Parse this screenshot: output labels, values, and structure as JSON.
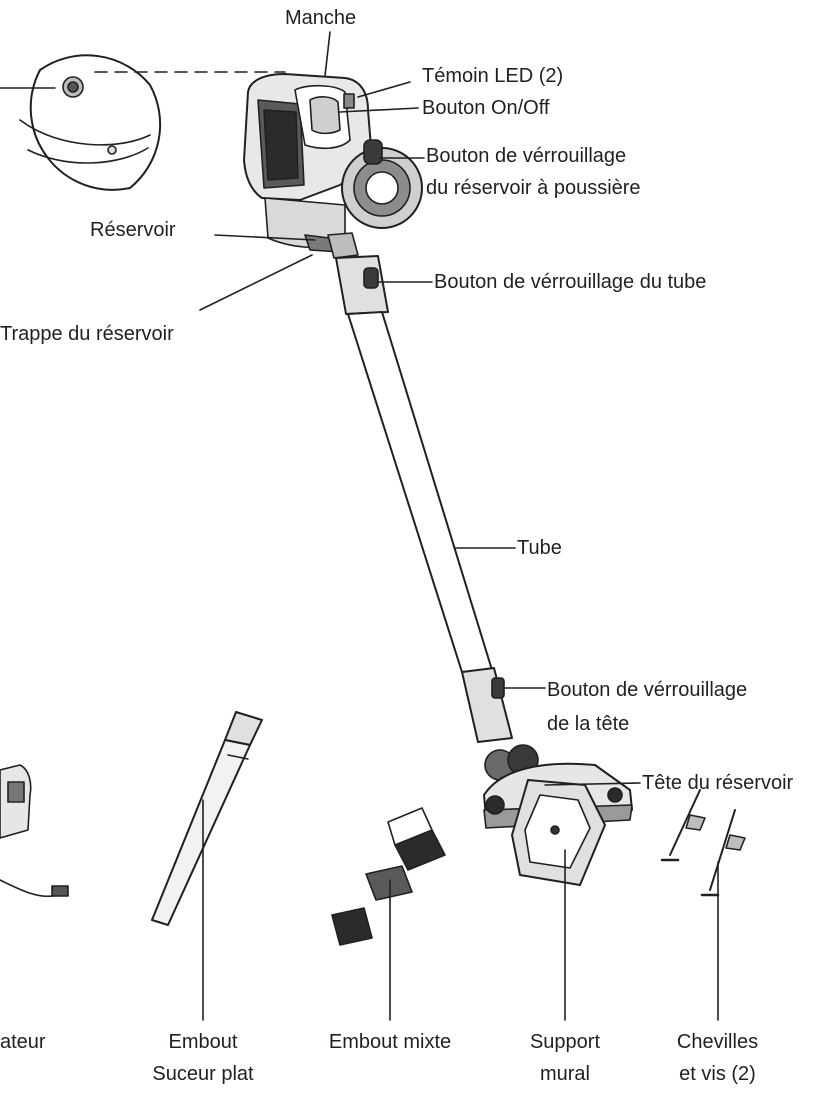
{
  "labels": {
    "manche": "Manche",
    "temoin_led": "Témoin LED (2)",
    "bouton_onoff": "Bouton On/Off",
    "verrou_reservoir_1": "Bouton de vérrouillage",
    "verrou_reservoir_2": "du réservoir à poussière",
    "reservoir": "Réservoir",
    "verrou_tube": "Bouton de vérrouillage du tube",
    "trappe": "Trappe du réservoir",
    "tube": "Tube",
    "verrou_tete_1": "Bouton de vérrouillage",
    "verrou_tete_2": "de la tête",
    "tete": "Tête du réservoir",
    "adaptateur": "ateur",
    "embout_1": "Embout",
    "embout_2": "Suceur plat",
    "embout_mixte": "Embout mixte",
    "support_1": "Support",
    "support_2": "mural",
    "chevilles_1": "Chevilles",
    "chevilles_2": "et vis (2)"
  },
  "colors": {
    "line": "#231f20",
    "fill_light": "#e6e6e6",
    "fill_mid": "#9a9a9a",
    "fill_dark": "#2b2b2b"
  }
}
